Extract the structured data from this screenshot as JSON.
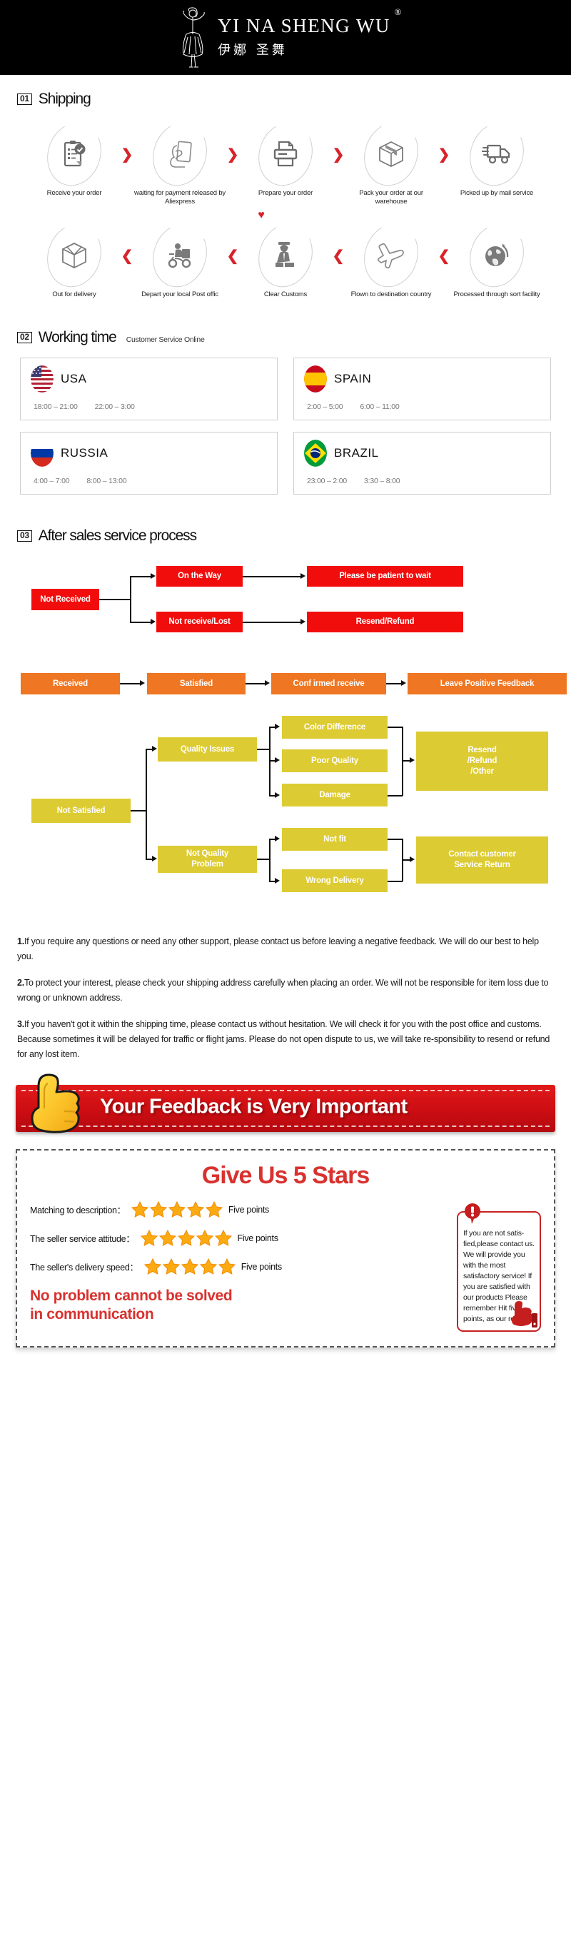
{
  "brand": {
    "name_en": "YI NA SHENG WU",
    "registered": "®",
    "name_cn": "伊娜 圣舞",
    "logo_icon": "dancer-icon"
  },
  "sections": {
    "shipping": {
      "number": "01",
      "title": "Shipping"
    },
    "working_time": {
      "number": "02",
      "title": "Working time",
      "subtitle": "Customer Service Online"
    },
    "after_sales": {
      "number": "03",
      "title": "After sales service process"
    }
  },
  "shipping": {
    "row1": [
      {
        "label": "Receive your order",
        "icon": "clipboard-check-icon"
      },
      {
        "label": "waiting for payment released by Aliexpress",
        "icon": "hand-card-icon"
      },
      {
        "label": "Prepare your order",
        "icon": "printer-icon"
      },
      {
        "label": "Pack your order at our warehouse",
        "icon": "box-icon"
      },
      {
        "label": "Picked up by mail service",
        "icon": "truck-icon"
      }
    ],
    "row2": [
      {
        "label": "Out for delivery",
        "icon": "open-box-icon"
      },
      {
        "label": "Depart your local Post offic",
        "icon": "scooter-courier-icon"
      },
      {
        "label": "Clear Customs",
        "icon": "customs-officer-icon"
      },
      {
        "label": "Flown to destination country",
        "icon": "airplane-icon"
      },
      {
        "label": "Processed through sort facility",
        "icon": "globe-icon"
      }
    ],
    "arrow_forward": "❯",
    "arrow_back": "❮",
    "turn_arrow": "♥",
    "arrow_color": "#d8232a"
  },
  "working_time": {
    "cards": [
      {
        "country": "USA",
        "flag": "usa-flag-icon",
        "times": [
          "18:00 – 21:00",
          "22:00 – 3:00"
        ]
      },
      {
        "country": "SPAIN",
        "flag": "spain-flag-icon",
        "times": [
          "2:00 – 5:00",
          "6:00 – 11:00"
        ]
      },
      {
        "country": "RUSSIA",
        "flag": "russia-flag-icon",
        "times": [
          "4:00 – 7:00",
          "8:00 – 13:00"
        ]
      },
      {
        "country": "BRAZIL",
        "flag": "brazil-flag-icon",
        "times": [
          "23:00 – 2:00",
          "3:30 – 8:00"
        ]
      }
    ]
  },
  "flow_red": {
    "color": "#f20d0d",
    "boxes": {
      "not_received": "Not Received",
      "on_the_way": "On the Way",
      "please_wait": "Please be patient to wait",
      "not_receive_lost": "Not receive/Lost",
      "resend_refund": "Resend/Refund"
    }
  },
  "flow_orange": {
    "color": "#ef7622",
    "boxes": {
      "received": "Received",
      "satisfied": "Satisfied",
      "confirmed_receive": "Conf irmed receive",
      "leave_positive_feedback": "Leave Positive Feedback"
    }
  },
  "flow_yellow": {
    "color": "#ddcb33",
    "boxes": {
      "not_satisfied": "Not Satisfied",
      "quality_issues": "Quality Issues",
      "color_difference": "Color Difference",
      "poor_quality": "Poor Quality",
      "damage": "Damage",
      "resend_refund_other_l1": "Resend",
      "resend_refund_other_l2": "/Refund",
      "resend_refund_other_l3": "/Other",
      "not_quality_problem_l1": "Not Quality",
      "not_quality_problem_l2": "Problem",
      "not_fit": "Not fit",
      "wrong_delivery": "Wrong Delivery",
      "contact_customer_l1": "Contact customer",
      "contact_customer_l2": "Service Return"
    }
  },
  "notes": [
    {
      "num": "1.",
      "text": "If you require any questions or need any other support, please contact us before leaving a negative feedback. We will do our best to help you."
    },
    {
      "num": "2.",
      "text": "To protect your interest, please check your shipping address carefully when placing an order. We will not be responsible for item loss due to wrong or unknown address."
    },
    {
      "num": "3.",
      "text": "If you haven't got it within the shipping time, please contact us without hesitation. We will check it for you with the post office and customs. Because sometimes it will be delayed for traffic or flight jams. Please do not open dispute to us, we will take re-sponsibility to resend or refund for any lost item."
    }
  ],
  "feedback_banner": {
    "text": "Your Feedback is Very Important",
    "icon": "thumbs-up-icon",
    "bar_color": "#cc0d12"
  },
  "stars_panel": {
    "title": "Give Us 5 Stars",
    "title_color": "#d8322f",
    "rows": [
      {
        "label": "Matching to description：",
        "stars": 5,
        "points": "Five points"
      },
      {
        "label": "The seller service attitude：",
        "stars": 5,
        "points": "Five points"
      },
      {
        "label": "The seller's delivery speed：",
        "stars": 5,
        "points": "Five points"
      }
    ],
    "slogan_line1": "No problem cannot be solved",
    "slogan_line2": "in communication",
    "warning": {
      "icon": "exclamation-icon",
      "thumb_icon": "thumbs-up-icon",
      "text": "If you are not satis-fied,please contact us. We will provide you with the most satisfactory service! If you are satisfied with our products Please remember Hit five points, as our reward!"
    }
  }
}
